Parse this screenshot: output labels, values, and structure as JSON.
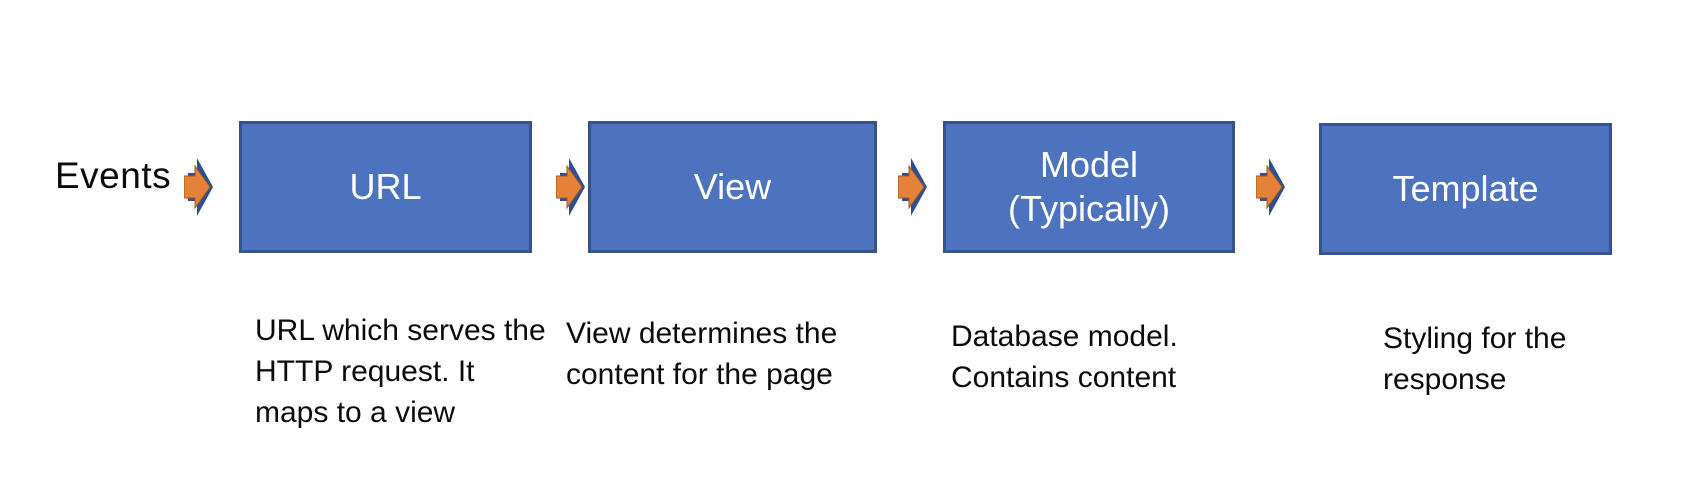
{
  "diagram": {
    "title_context": "Request flow diagram",
    "events_label": "Events",
    "stages": [
      {
        "label": "URL",
        "description": "URL which serves the\nHTTP request. It\nmaps to a view"
      },
      {
        "label": "View",
        "description": "View determines the\ncontent for the page"
      },
      {
        "label": "Model\n(Typically)",
        "description": "Database model.\nContains content"
      },
      {
        "label": "Template",
        "description": "Styling for the\nresponse"
      }
    ],
    "icons": [
      {
        "name": "flow-arrow-icon",
        "direction": "right",
        "count": 4
      }
    ],
    "colors": {
      "box_fill": "#4e73be",
      "box_border": "#37538e",
      "box_text": "#ffffff",
      "arrow_fill": "#e58138",
      "arrow_outline": "#2e4e8f",
      "arrow_stroke": "#9c5a26",
      "body_text": "#0b0b0b",
      "background": "#ffffff"
    }
  }
}
